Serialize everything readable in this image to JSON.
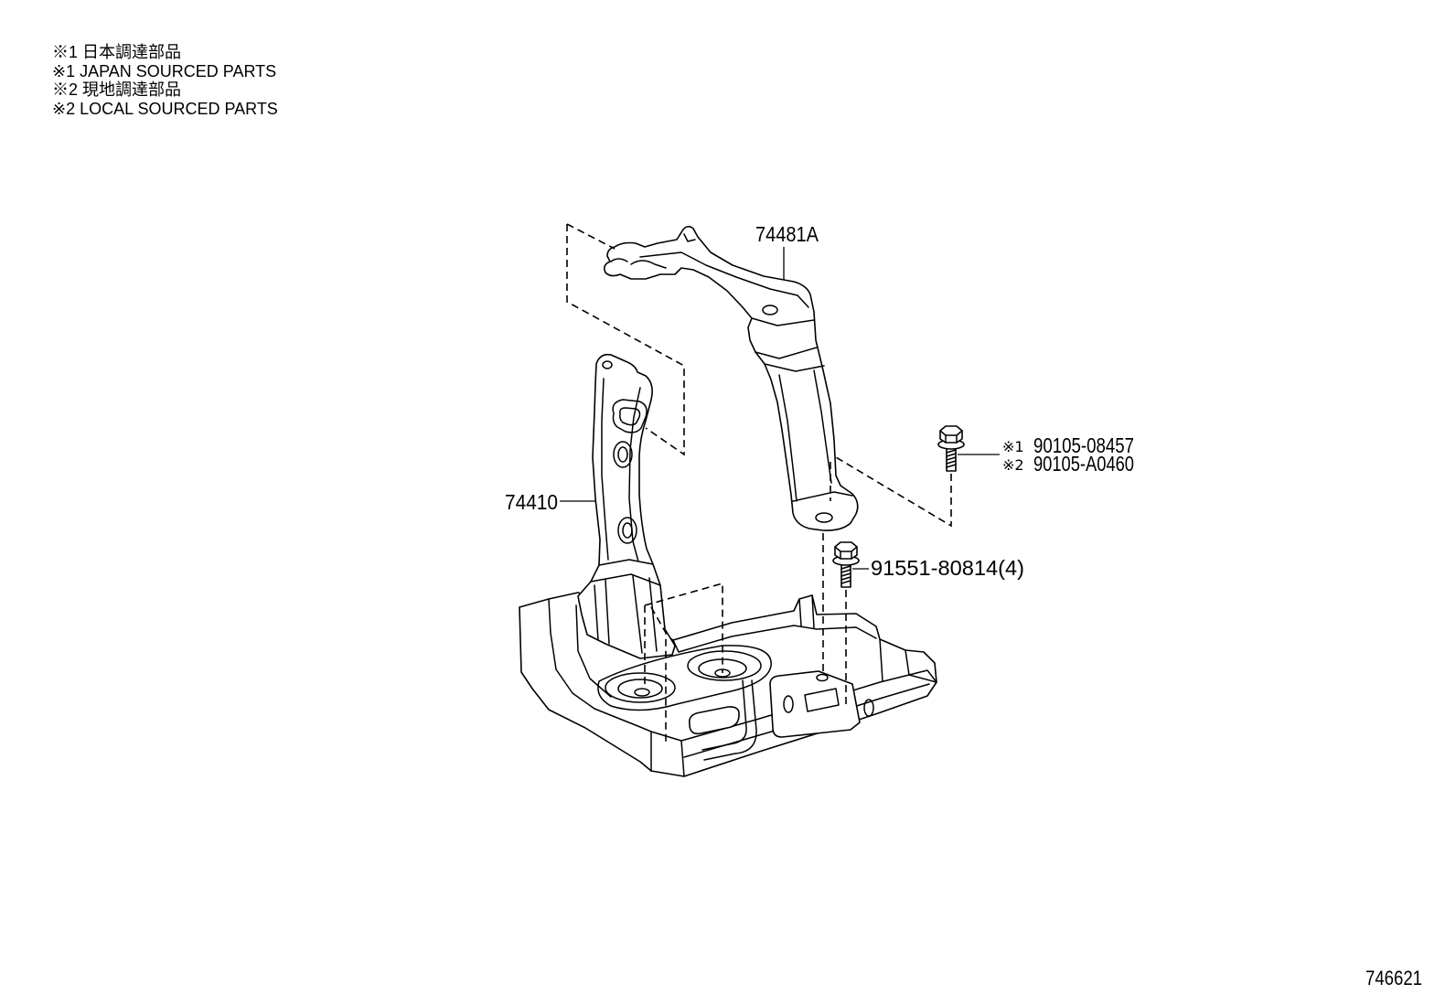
{
  "notes": [
    "※1 日本調達部品",
    "※1 JAPAN SOURCED PARTS",
    "※2 現地調達部品",
    "※2 LOCAL SOURCED PARTS"
  ],
  "callouts": {
    "upper_part": "74481A",
    "lower_part": "74410",
    "bolt_a": [
      {
        "mark": "※1",
        "number": "90105-08457"
      },
      {
        "mark": "※2",
        "number": "90105-A0460"
      }
    ],
    "bolt_b": "91551-80814(4)"
  },
  "figure_code": "746621",
  "colors": {
    "line": "#000000",
    "background": "#ffffff"
  }
}
